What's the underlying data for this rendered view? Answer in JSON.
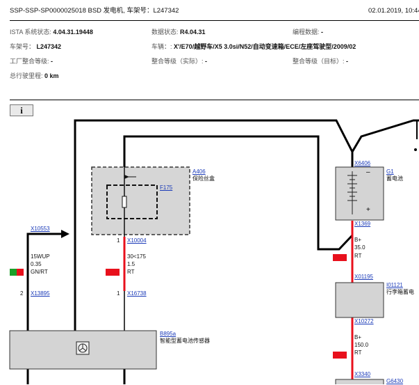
{
  "header": {
    "title": "SSP-SSP-SP0000025018 BSD 发电机, 车架号：L247342",
    "datetime": "02.01.2019, 10:44"
  },
  "info": {
    "ista_label": "ISTA 系统状态:",
    "ista_value": "4.04.31.19448",
    "data_label": "数据状态:",
    "data_value": "R4.04.31",
    "prog_label": "编程数据:",
    "prog_value": "-",
    "vin_label": "车架号：",
    "vin_value": "L247342",
    "vehicle_label": "车辆：:",
    "vehicle_value": "X'/E70/越野车/X5 3.0si/N52/自动变速箱/ECE/左座驾驶型/2009/02",
    "factory_label": "工厂整合等级:",
    "factory_value": "-",
    "actual_label": "整合等级（实际）:",
    "actual_value": "-",
    "target_label": "整合等级（目标）:",
    "target_value": "-",
    "mileage_label": "总行驶里程:",
    "mileage_value": "0 km"
  },
  "toolbar": {
    "info_glyph": "i"
  },
  "diagram": {
    "connectors": {
      "x10553": "X10553",
      "x13895": "X13895",
      "x10004": "X10004",
      "x16738": "X16738",
      "x6406": "X6406",
      "x1369": "X1369",
      "x01195": "X01195",
      "x10272": "X10272",
      "x3340": "X3340"
    },
    "pins": {
      "pin1a": "1",
      "pin2": "2",
      "pin1b": "1"
    },
    "components": {
      "a406_id": "A406",
      "a406_name": "保险丝盒",
      "f175_id": "F175",
      "g1_id": "G1",
      "g1_name": "蓄电池",
      "i01121_id": "I01121",
      "i01121_name": "行李箱蓄电",
      "b895a_id": "B895a",
      "b895a_name": "智能型蓄电池传感器",
      "g6430_id": "G6430"
    },
    "wires": {
      "w1_l1": "15WUP",
      "w1_l2": "0.35",
      "w1_l3": "GN/RT",
      "w2_l1": "30<175",
      "w2_l2": "1.5",
      "w2_l3": "RT",
      "w3_l1": "B+",
      "w3_l2": "35.0",
      "w3_l3": "RT",
      "w4_l1": "B+",
      "w4_l2": "150.0",
      "w4_l3": "RT"
    },
    "colors": {
      "red": "#e8101c",
      "green": "#19a028",
      "grey_fill": "#d4d4d4",
      "wire_black": "#000000",
      "link_blue": "#1a3ab8"
    }
  }
}
